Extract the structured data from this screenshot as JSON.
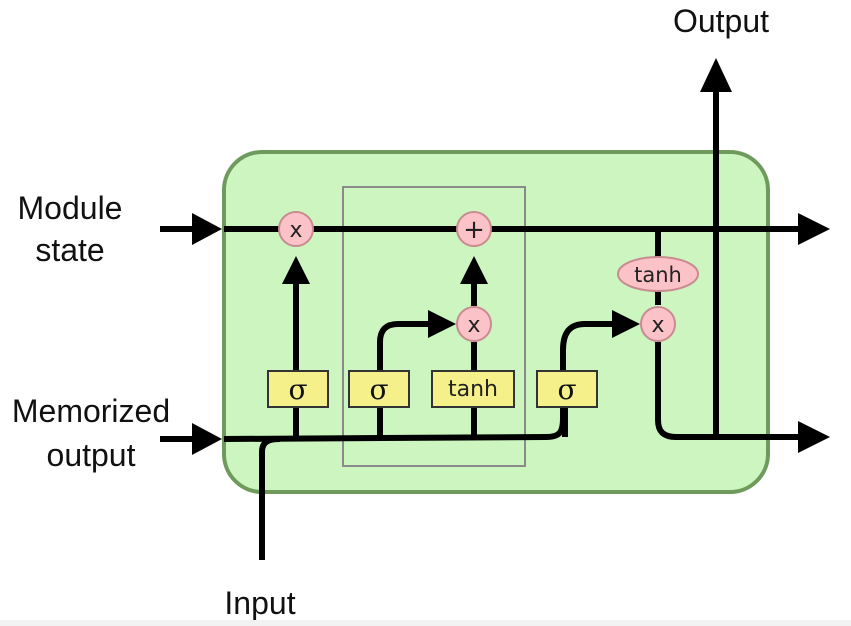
{
  "labels": {
    "output": "Output",
    "module_state_line1": "Module",
    "module_state_line2": "state",
    "memorized_line1": "Memorized",
    "memorized_line2": "output",
    "input": "Input"
  },
  "operators": {
    "forget_multiply": "x",
    "state_add": "+",
    "input_multiply": "x",
    "output_multiply": "x",
    "state_tanh": "tanh"
  },
  "gates": {
    "forget_gate": "σ",
    "input_gate": "σ",
    "candidate": "tanh",
    "output_gate": "σ"
  },
  "colors": {
    "cell_fill": "#ccf5c0",
    "cell_border": "#6e9a5c",
    "gate_fill": "#f5f08a",
    "op_fill": "#fbc3c8",
    "line": "#000000"
  }
}
